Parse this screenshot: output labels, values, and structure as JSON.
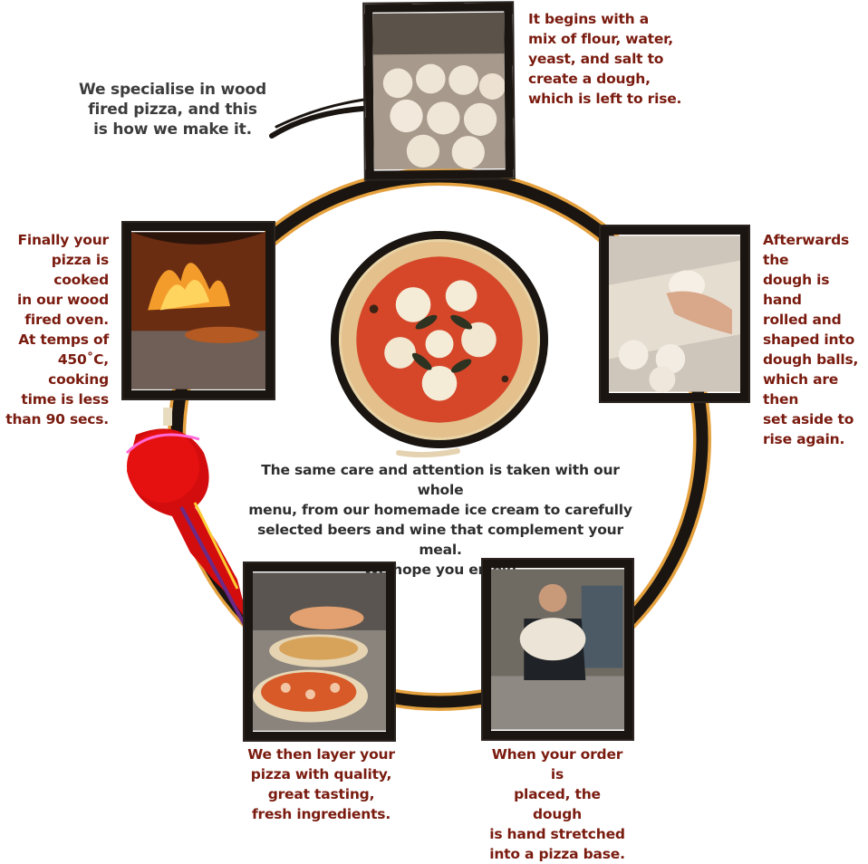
{
  "intro": {
    "line1": "We specialise in wood",
    "line2": "fired pizza, and this",
    "line3": "is how we make it."
  },
  "steps": {
    "step1": [
      "It begins with a",
      "mix of flour, water,",
      "yeast, and salt to",
      "create a dough,",
      "which is left to rise."
    ],
    "step2": [
      "Afterwards the",
      "dough is hand",
      "rolled and",
      "shaped into",
      "dough balls,",
      "which are then",
      "set aside to",
      "rise again."
    ],
    "step3": [
      "When your order is",
      "placed, the dough",
      "is hand stretched",
      "into a pizza base."
    ],
    "step4": [
      "We then layer your",
      "pizza with quality,",
      "great tasting,",
      "fresh ingredients."
    ],
    "step5": [
      "Finally your",
      "pizza is cooked",
      "in our wood",
      "fired oven.",
      "At temps of",
      "450˚C, cooking",
      "time is less",
      "than 90 secs."
    ]
  },
  "closing": [
    "The same care and attention is taken with our whole",
    "menu, from our homemade ice cream to carefully",
    "selected beers and wine that complement your meal.",
    "We hope you enjoy!"
  ],
  "colors": {
    "accent": "#7a1b0f",
    "ring": "#1a1511",
    "ring_glow": "#e0901c"
  }
}
